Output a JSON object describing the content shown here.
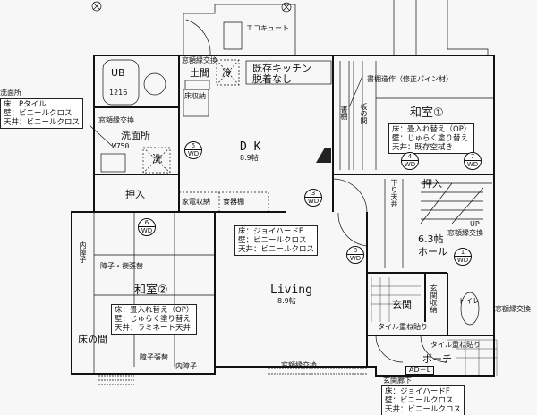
{
  "rooms": {
    "ub": {
      "label": "UB",
      "size": "1216"
    },
    "doma": "土間",
    "fridge": "冷",
    "kitchen": "既存キッチン脱着なし",
    "floor_storage": "床収納",
    "ecocute": "エコキュート",
    "washroom": "洗面所",
    "w750": "W750",
    "washer": "洗",
    "dk": {
      "label": "D K",
      "size": "8.9帖"
    },
    "oshiire1": "押入",
    "appliance": "家電収納",
    "cupboard": "食器棚",
    "bookshelf_note": "書棚造作（修正パイン材）",
    "bookshelf": "書棚",
    "itanoma": "板の間",
    "washitsu1": "和室①",
    "oshiire2": "押入",
    "sagari": "下り天井",
    "hall": {
      "size": "6.3帖",
      "label": "ホール"
    },
    "up": "UP",
    "washitsu2": "和室②",
    "shoji_fusuma": "障子・襖張替",
    "uchishoji_left": "内障子",
    "tokonoma": "床の間",
    "shoji": "障子張替",
    "uchishoji_bottom": "内障子",
    "living": {
      "label": "Living",
      "size": "8.9帖"
    },
    "genkan": "玄関",
    "genkan_storage": "玄関収納",
    "toilet": "トイレ",
    "tile1": "タイル重ね貼り",
    "tile2": "タイル重ね貼り",
    "porch": "ポーチ",
    "door": "AD－L",
    "hallway": "玄関廊下"
  },
  "window_notes": [
    "窓額縁交換",
    "窓額縁交換",
    "窓額縁交換",
    "窓額縁交換",
    "窓額縁交換"
  ],
  "specs": {
    "washroom": {
      "title": "洗面所",
      "lines": [
        "床：Pタイル",
        "壁：ビニールクロス",
        "天井：ビニールクロス"
      ]
    },
    "washitsu1": {
      "lines": [
        "床：畳入れ替え（OP）",
        "壁：じゅらく塗り替え",
        "天井：既存空拭き"
      ]
    },
    "ldk": {
      "lines": [
        "床：ジョイハードF",
        "壁：ビニールクロス",
        "天井：ビニールクロス"
      ]
    },
    "washitsu2": {
      "lines": [
        "床：畳入れ替え（OP）",
        "壁：じゅらく塗り替え",
        "天井：ラミネート天井"
      ]
    },
    "hallway": {
      "lines": [
        "床：ジョイハードF",
        "壁：ビニールクロス",
        "天井：ビニールクロス"
      ]
    }
  },
  "wd_marks": [
    {
      "num": "5",
      "code": "WD"
    },
    {
      "num": "6",
      "code": "WD"
    },
    {
      "num": "4",
      "code": "WD"
    },
    {
      "num": "7",
      "code": "WD"
    },
    {
      "num": "3",
      "code": "WD"
    },
    {
      "num": "8",
      "code": "WD"
    },
    {
      "num": "1",
      "code": "WD"
    }
  ],
  "colors": {
    "line": "#111111",
    "paper": "#f7f7f7"
  }
}
